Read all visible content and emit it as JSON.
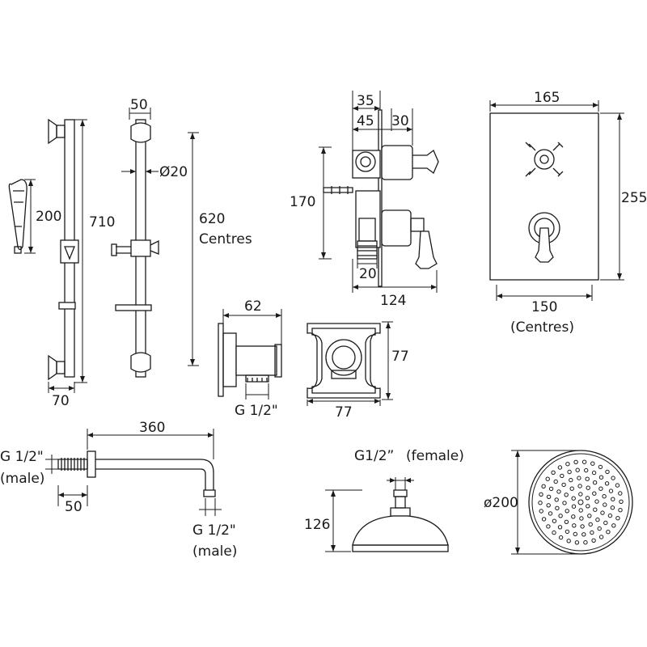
{
  "rail_kit": {
    "handset_length": "200",
    "rail_length": "710",
    "rail_offset": "50",
    "rail_base": "70",
    "rail_diameter": "Ø20",
    "fixing_centres_value": "620",
    "fixing_centres_word": "Centres"
  },
  "valve_side": {
    "depth_total": "35",
    "depth_body": "45",
    "depth_front": "30",
    "height": "170",
    "outlet_width": "20",
    "width_total": "124"
  },
  "valve_plate": {
    "width": "165",
    "height": "255",
    "centres_value": "150",
    "centres_word": "(Centres)"
  },
  "wall_outlet_side": {
    "projection": "62",
    "thread": "G 1/2\""
  },
  "wall_outlet_front": {
    "height": "77",
    "width": "77"
  },
  "shower_arm": {
    "length": "360",
    "inlet_thread": "G 1/2\"",
    "inlet_type": "(male)",
    "inlet_length": "50",
    "outlet_thread": "G 1/2\"",
    "outlet_type": "(male)"
  },
  "shower_head_side": {
    "thread": "G1/2”",
    "thread_type": "(female)",
    "height": "126"
  },
  "shower_head_face": {
    "diameter": "ø200"
  }
}
